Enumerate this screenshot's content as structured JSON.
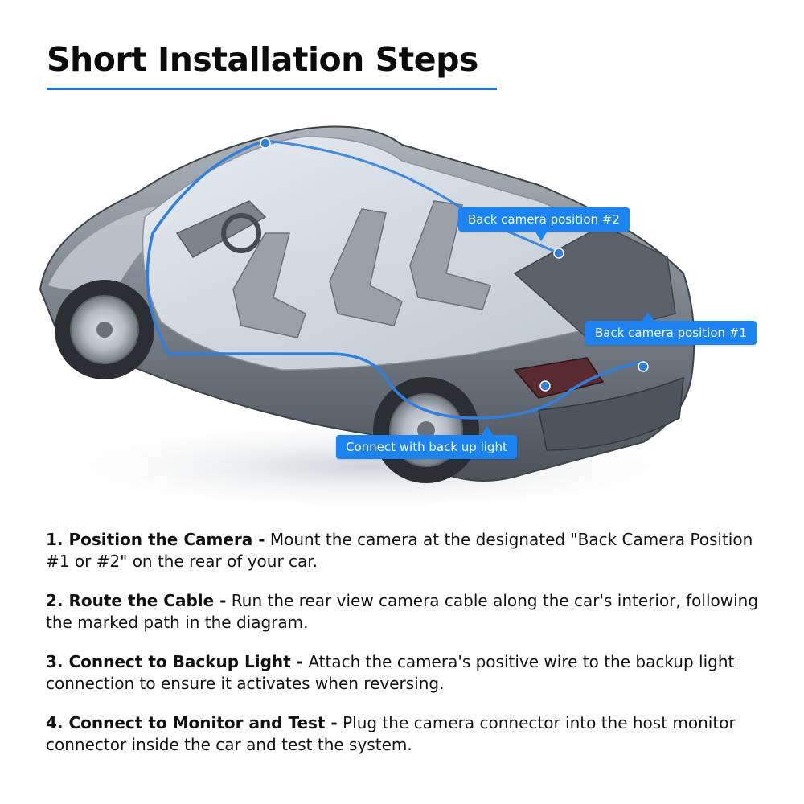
{
  "title": "Short Installation Steps",
  "callouts": {
    "position_2": "Back camera position #2",
    "position_1": "Back camera position #1",
    "backup_light": "Connect with back up light"
  },
  "steps": [
    {
      "heading": "1. Position the Camera -",
      "text": " Mount the camera at the designated \"Back Camera Position #1 or #2\" on the rear of your car."
    },
    {
      "heading": "2. Route the Cable -",
      "text": " Run the rear view camera cable along the car's interior, following the marked path in the diagram."
    },
    {
      "heading": "3. Connect to Backup Light -",
      "text": " Attach the camera's positive wire to the backup light connection to ensure it activates when reversing."
    },
    {
      "heading": "4. Connect to Monitor and Test -",
      "text": " Plug the camera connector into the host monitor connector inside the car and test the system."
    }
  ],
  "colors": {
    "accent": "#1b84f2",
    "cable": "#2f7fe0",
    "car_body": "#6f7782"
  }
}
